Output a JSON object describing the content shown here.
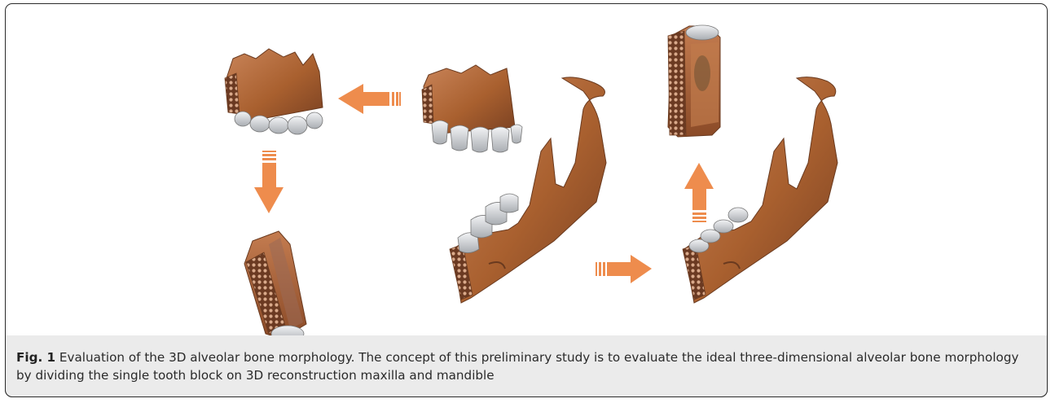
{
  "figure": {
    "label": "Fig. 1",
    "caption": "Evaluation of the 3D alveolar bone morphology. The concept of this preliminary study is to evaluate the ideal three-dimensional alveolar bone morphology by dividing the single tooth block on 3D reconstruction maxilla and mandible",
    "panels": [
      {
        "name": "maxilla-segment-block"
      },
      {
        "name": "maxilla-segment-source"
      },
      {
        "name": "maxilla-single-tooth-block"
      },
      {
        "name": "mandible-full-left"
      },
      {
        "name": "mandible-full-right"
      },
      {
        "name": "mandible-single-tooth-block"
      }
    ],
    "arrows": [
      {
        "name": "arrow-left",
        "direction": "left"
      },
      {
        "name": "arrow-down",
        "direction": "down"
      },
      {
        "name": "arrow-right",
        "direction": "right"
      },
      {
        "name": "arrow-up",
        "direction": "up"
      }
    ],
    "colors": {
      "bone": "#b0683a",
      "bone_dark": "#7a4122",
      "bone_light": "#d8a07a",
      "tooth": "#d4d6d9",
      "arrow": "#ee8c4d",
      "caption_bg": "#ebebeb",
      "border": "#2b2b2b"
    }
  }
}
